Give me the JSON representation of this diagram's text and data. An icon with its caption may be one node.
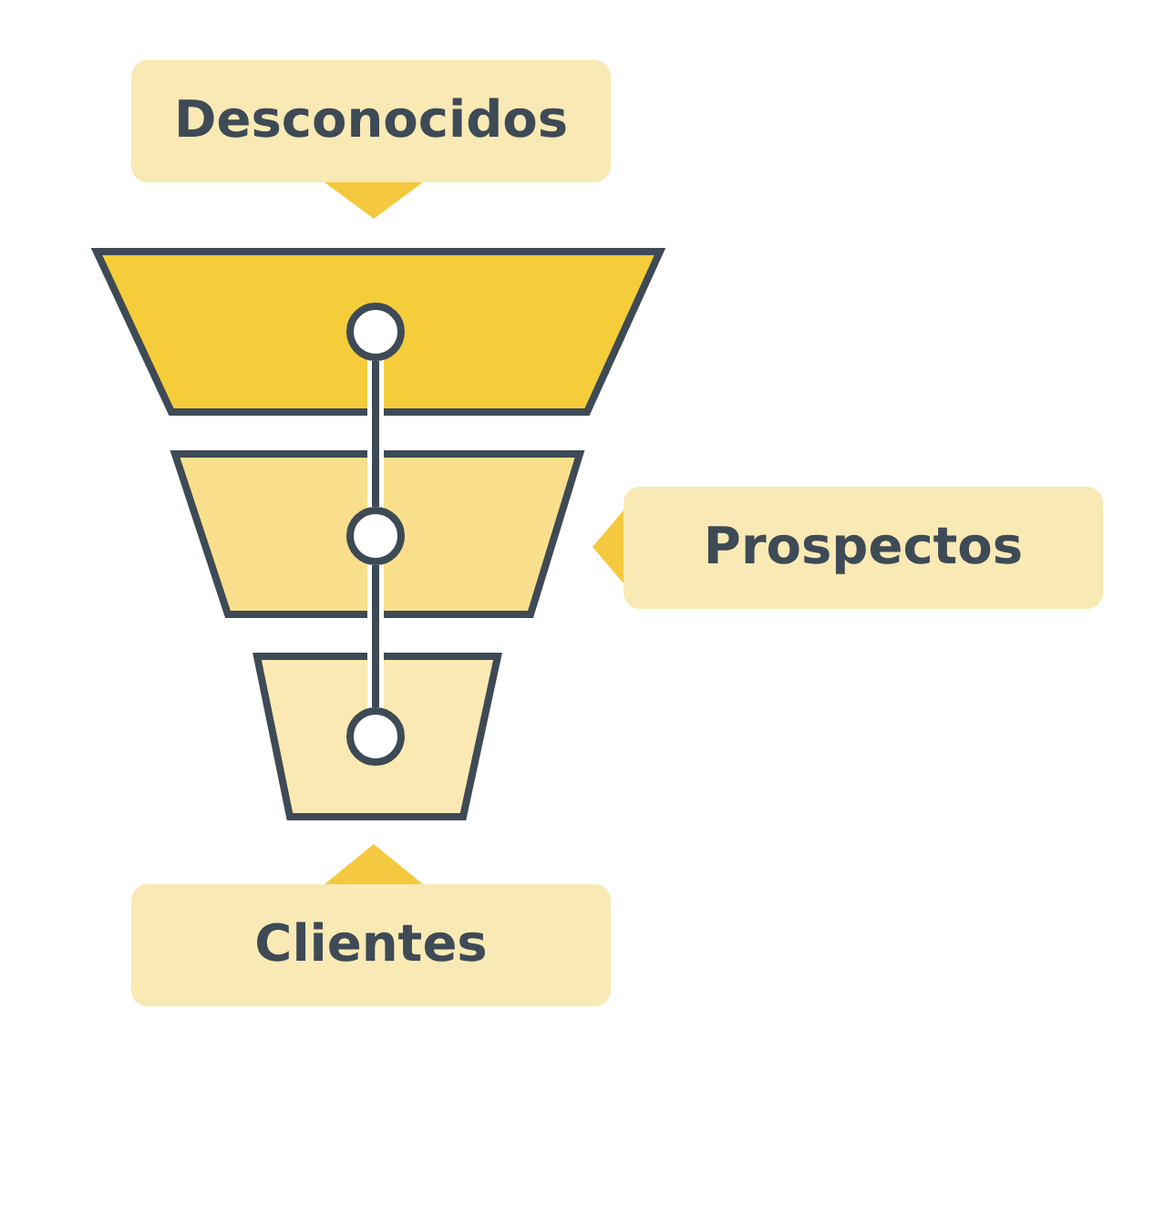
{
  "diagram": {
    "nodes": [
      {
        "text": [
          "Desconocidos"
        ]
      },
      {
        "text": [],
        "shape": "trapezoid"
      },
      {
        "text": [],
        "shape": "circle",
        "in": 1
      },
      {
        "text": [],
        "shape": "trapezoid"
      },
      {
        "text": [],
        "shape": "circle",
        "in": 3
      },
      {
        "text": [
          "Prospectos"
        ]
      },
      {
        "text": [],
        "shape": "trapezoid"
      },
      {
        "text": [],
        "shape": "circle",
        "in": 6
      },
      {
        "text": [
          "Clientes"
        ]
      }
    ],
    "edges": [
      {
        "from": 2,
        "to": 4,
        "arrow": "none"
      },
      {
        "from": 4,
        "to": 7,
        "arrow": "none"
      }
    ]
  }
}
